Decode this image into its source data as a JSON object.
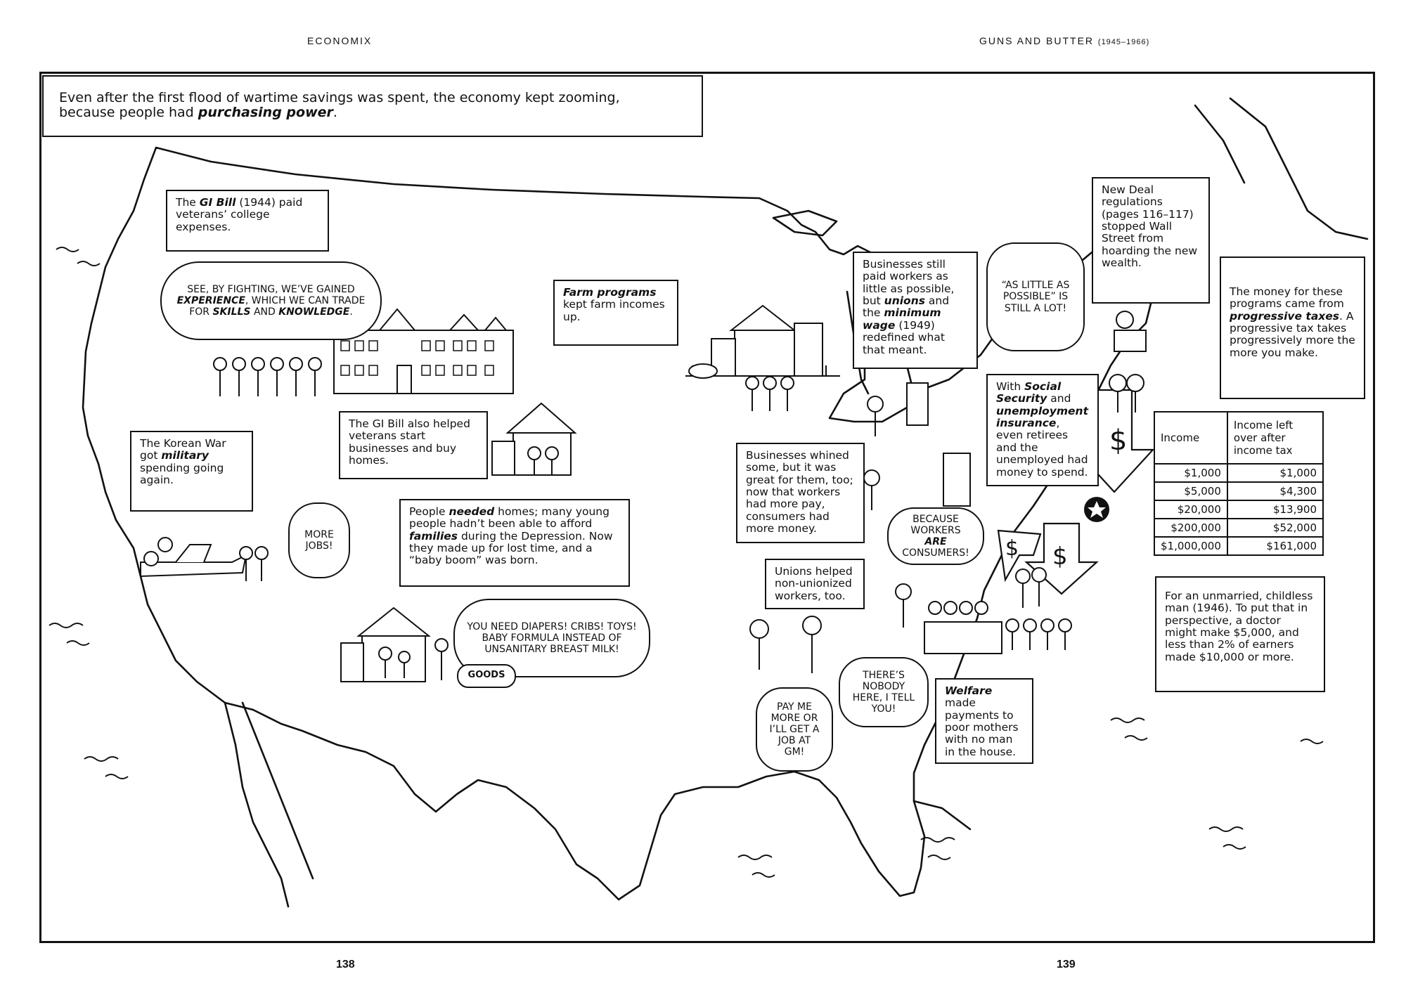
{
  "header": {
    "left": "ECONOMIX",
    "right_main": "GUNS AND BUTTER",
    "right_years": "(1945–1966)"
  },
  "page_numbers": {
    "left": "138",
    "right": "139"
  },
  "intro": {
    "line1": "Even after the first flood of wartime savings was spent, the economy kept zooming,",
    "line2_pre": "because people had ",
    "line2_em": "purchasing power",
    "line2_post": "."
  },
  "captions": {
    "gi_bill": {
      "pre": "The ",
      "em": "GI Bill",
      "post": " (1944) paid veterans’ college expenses."
    },
    "farm": {
      "em": "Farm programs",
      "post": " kept farm incomes up."
    },
    "gi_bill_homes": "The GI Bill also helped veterans start businesses and buy homes.",
    "korean_war": {
      "pre": "The Korean War got ",
      "em": "military",
      "post": " spending going again."
    },
    "homes": {
      "pre": "People ",
      "em1": "needed",
      "mid": " homes; many young people hadn’t been able to afford ",
      "em2": "families",
      "post": " during the Depression. Now they made up for lost time, and a “baby boom” was born."
    },
    "businesses_wages": {
      "pre": "Businesses still paid workers as little as possible, but ",
      "em1": "unions",
      "mid": " and the ",
      "em2": "minimum wage",
      "post": " (1949) redefined what that meant."
    },
    "new_deal": "New Deal regulations (pages 116–117) stopped Wall Street from hoarding the new wealth.",
    "progressive": {
      "pre": "The money for these programs came from ",
      "em": "progressive taxes",
      "post": ". A progressive tax takes progressively more the more you make."
    },
    "social_security": {
      "pre": "With ",
      "em1": "Social Security",
      "mid": " and ",
      "em2": "unemployment insurance",
      "post": ", even retirees and the unemployed had money to spend."
    },
    "businesses_whined": "Businesses whined some, but it was great for them, too; now that workers had more pay, consumers had more money.",
    "unions_helped": "Unions helped non-unionized workers, too.",
    "welfare": {
      "em": "Welfare",
      "post": " made payments to poor mothers with no man in the house."
    },
    "footnote": "For an unmarried, childless man (1946). To put that in perspective, a doctor might make $5,000, and less than 2% of earners made $10,000 or more."
  },
  "speech": {
    "veterans": {
      "a": "See, by fighting, we’ve gained ",
      "b": "experience",
      "c": ", which we can trade for ",
      "d": "skills",
      "e": " and ",
      "f": "knowledge",
      "g": "."
    },
    "more_jobs": "More jobs!",
    "diapers": "You need diapers! Cribs! Toys! Baby formula instead of unsanitary breast milk!",
    "goods": "GOODS",
    "little": "“As little as possible” is still a lot!",
    "consumers": {
      "a": "Because workers ",
      "b": "are",
      "c": " consumers!"
    },
    "pay_me": "Pay me more or I’ll get a job at GM!",
    "nobody": "There’s nobody here, I tell you!"
  },
  "tax_table": {
    "col1": "Income",
    "col2": "Income left over after income tax",
    "rows": [
      [
        "$1,000",
        "$1,000"
      ],
      [
        "$5,000",
        "$4,300"
      ],
      [
        "$20,000",
        "$13,900"
      ],
      [
        "$200,000",
        "$52,000"
      ],
      [
        "$1,000,000",
        "$161,000"
      ]
    ]
  },
  "icons": [
    "dollar-icon",
    "star-icon",
    "house-icon",
    "farm-icon",
    "airplane-icon",
    "waves-icon"
  ]
}
